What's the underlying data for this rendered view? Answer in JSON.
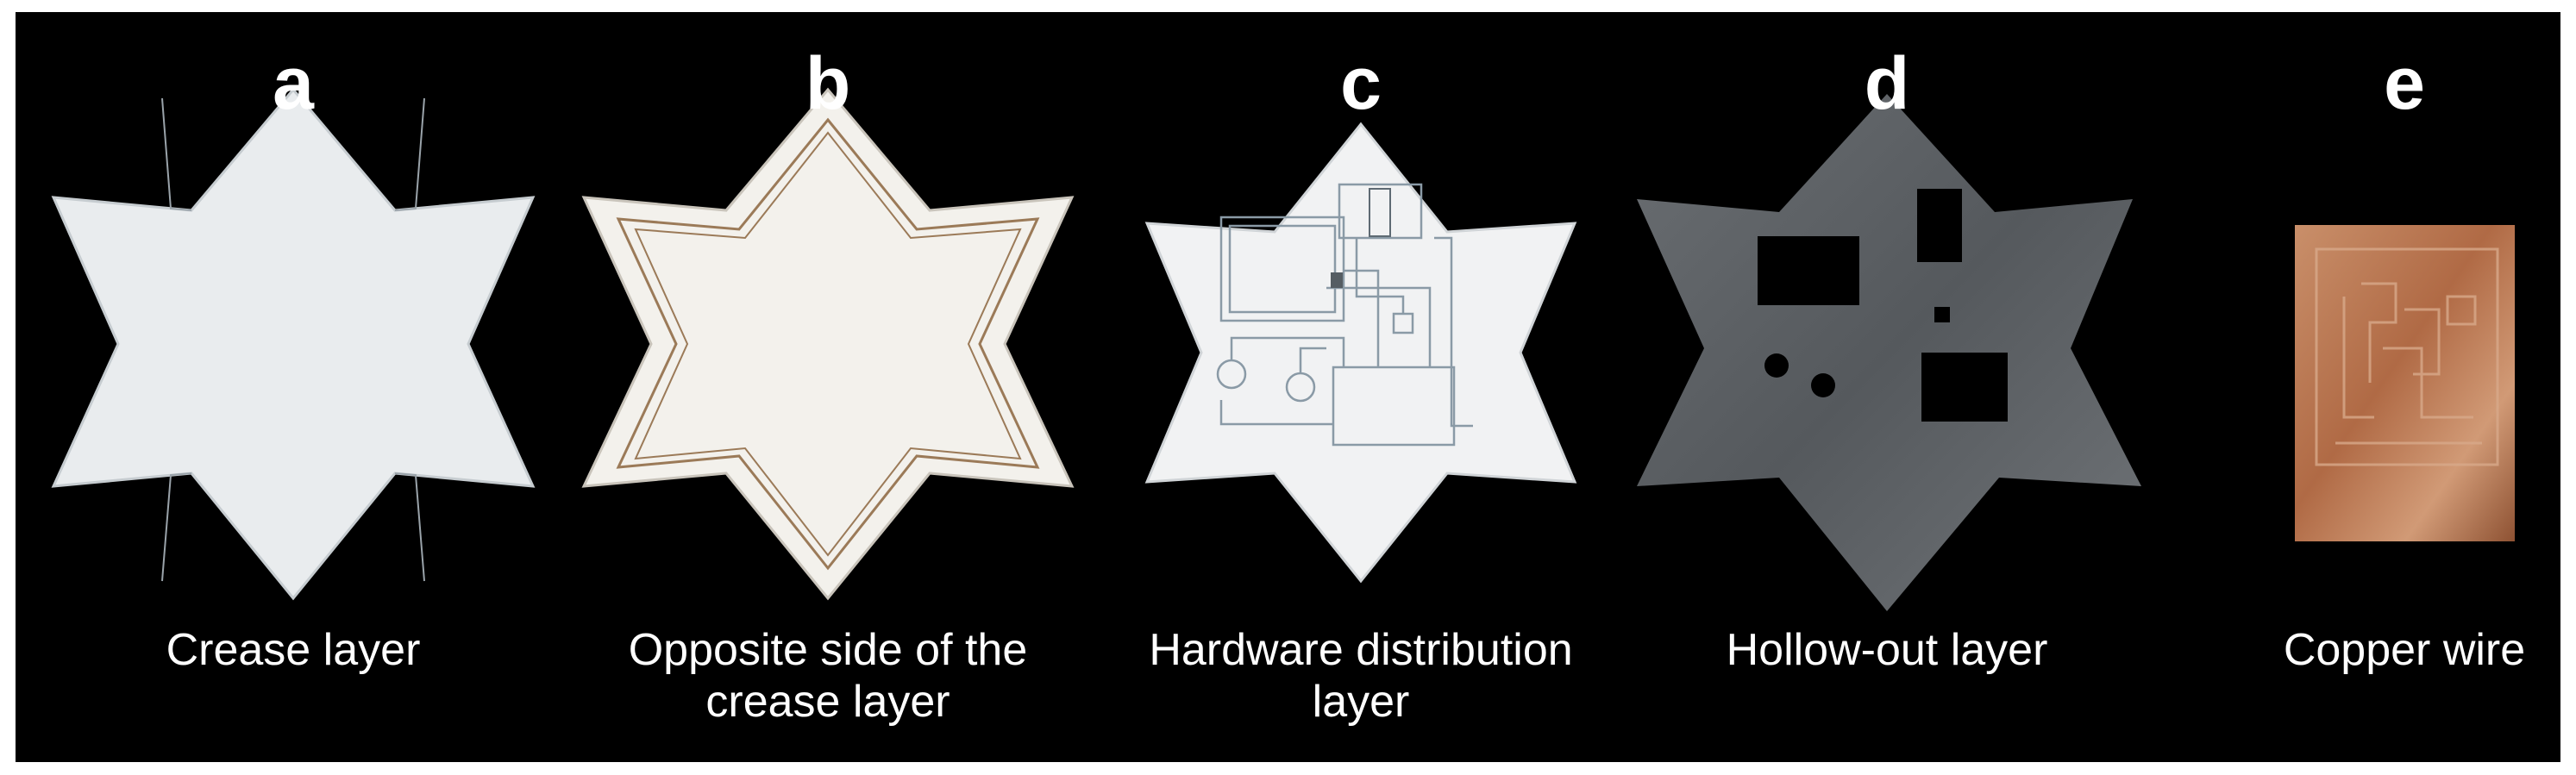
{
  "panels": [
    {
      "letter": "a",
      "caption": "Crease layer"
    },
    {
      "letter": "b",
      "caption": "Opposite side of the crease layer"
    },
    {
      "letter": "c",
      "caption": "Hardware distribution layer"
    },
    {
      "letter": "d",
      "caption": "Hollow-out layer"
    },
    {
      "letter": "e",
      "caption": "Copper wire"
    }
  ],
  "colors": {
    "background": "#000000",
    "paper": "#e9ecee",
    "paper_b": "#f3f1ec",
    "crease_line": "#9b7a58",
    "circuit_line": "#8a9aa6",
    "hollow_sheet": "#5c6064",
    "copper": "#b9784f"
  }
}
